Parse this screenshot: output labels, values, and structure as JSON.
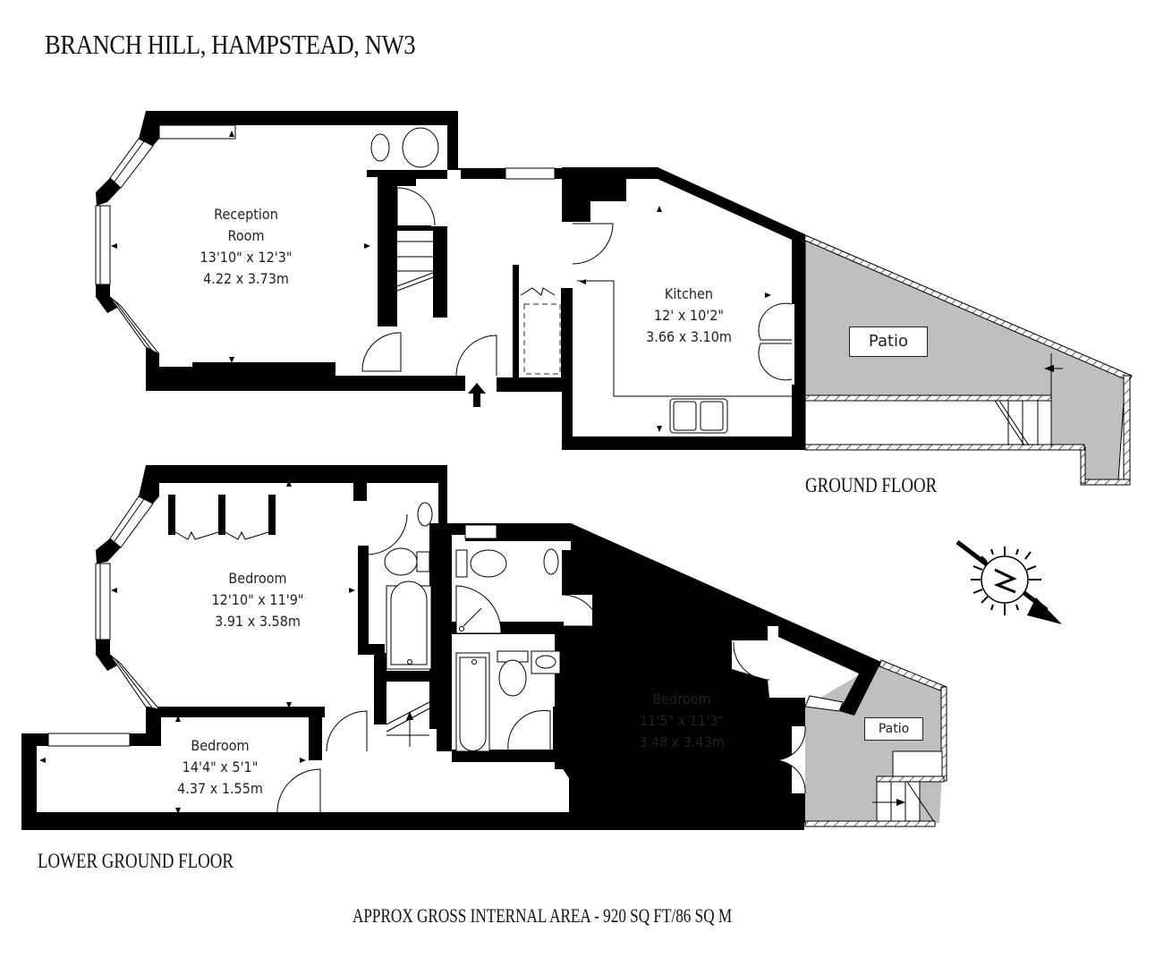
{
  "header": {
    "title": "BRANCH HILL, HAMPSTEAD, NW3"
  },
  "floors": {
    "ground": {
      "label": "GROUND FLOOR",
      "rooms": [
        {
          "name": "Reception Room",
          "line1": "Reception",
          "line2": "Room",
          "imperial": "13'10\" x 12'3\"",
          "metric": "4.22 x 3.73m"
        },
        {
          "name": "Kitchen",
          "line1": "Kitchen",
          "imperial": "12' x 10'2\"",
          "metric": "3.66 x 3.10m"
        }
      ],
      "patio": {
        "label": "Patio"
      }
    },
    "lower_ground": {
      "label": "LOWER GROUND FLOOR",
      "rooms": [
        {
          "name": "Bedroom",
          "line1": "Bedroom",
          "imperial": "12'10\" x 11'9\"",
          "metric": "3.91 x 3.58m"
        },
        {
          "name": "Bedroom",
          "line1": "Bedroom",
          "imperial": "14'4\" x 5'1\"",
          "metric": "4.37 x 1.55m"
        },
        {
          "name": "Bedroom",
          "line1": "Bedroom",
          "imperial": "11'5\" x 11'3\"",
          "metric": "3.48 x 3.43m"
        }
      ],
      "patio": {
        "label": "Patio"
      }
    }
  },
  "compass": {
    "label": "N",
    "icon": "north-compass-icon"
  },
  "footer": {
    "area": "APPROX GROSS INTERNAL AREA - 920 SQ FT/86 SQ M"
  },
  "colors": {
    "wall": "#000000",
    "patio_fill": "#bfbfbf",
    "background": "#ffffff"
  }
}
